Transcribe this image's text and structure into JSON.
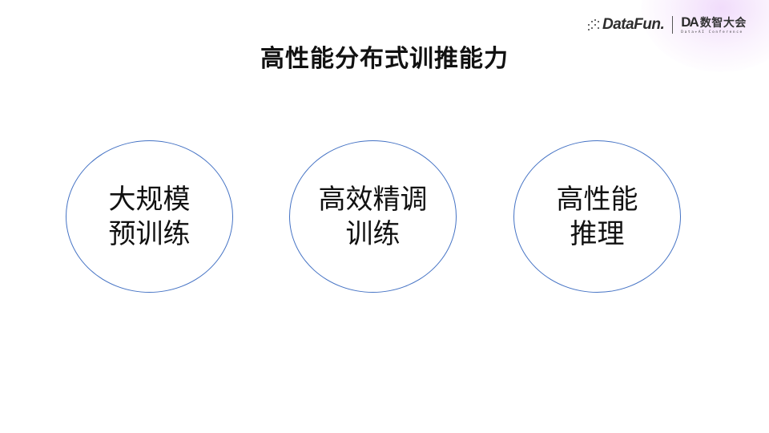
{
  "header": {
    "brand_logo": "DataFun.",
    "event_logo_mark": "DA",
    "event_logo_name": "数智大会",
    "event_logo_subtitle": "Data+AI Conference"
  },
  "slide": {
    "title": "高性能分布式训推能力",
    "accent_color": "#4472c4",
    "circles": [
      {
        "lines": [
          "大规模",
          "预训练"
        ]
      },
      {
        "lines": [
          "高效精调",
          "训练"
        ]
      },
      {
        "lines": [
          "高性能",
          "推理"
        ]
      }
    ]
  }
}
